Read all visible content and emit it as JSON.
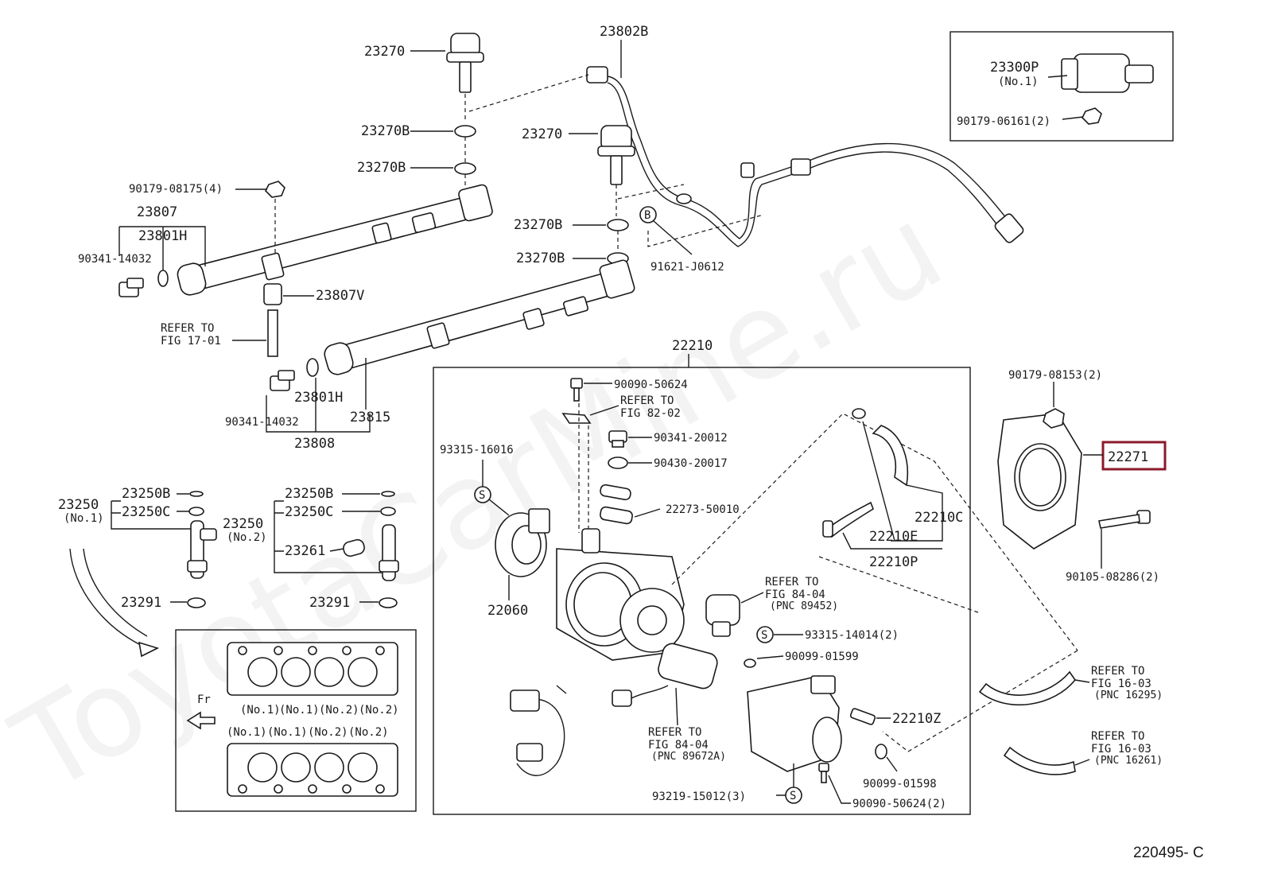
{
  "diagram_id": "220495- C",
  "watermark": "ToyotaCarMine.ru",
  "highlight_color": "#8b1a2b",
  "highlighted_part": "22271",
  "labels": {
    "p23270_a": "23270",
    "p23802b": "23802B",
    "p23300p": "23300P",
    "p23300p_sub": "(No.1)",
    "p90179_06161": "90179-06161(2)",
    "p23270b_a": "23270B",
    "p23270_b": "23270",
    "p23270b_b": "23270B",
    "p90179_08175": "90179-08175(4)",
    "p23807": "23807",
    "p23801h_a": "23801H",
    "p90341_14032_a": "90341-14032",
    "p23270b_c": "23270B",
    "p91621": "91621-J0612",
    "p23270b_d": "23270B",
    "p23807v": "23807V",
    "refer_1701_a": "REFER TO",
    "refer_1701_b": "FIG 17-01",
    "p22210": "22210",
    "p90179_08153": "90179-08153(2)",
    "p90090_50624_a": "90090-50624",
    "refer_8202_a": "REFER TO",
    "refer_8202_b": "FIG 82-02",
    "p23801h_b": "23801H",
    "p23815": "23815",
    "p90341_14032_b": "90341-14032",
    "p23808": "23808",
    "p93315_16016": "93315-16016",
    "p90341_20012": "90341-20012",
    "p90430_20017": "90430-20017",
    "p22271": "22271",
    "p23250_1": "23250",
    "p23250_1_sub": "(No.1)",
    "p23250b_1": "23250B",
    "p23250c_1": "23250C",
    "p23250_2": "23250",
    "p23250_2_sub": "(No.2)",
    "p23250b_2": "23250B",
    "p23250c_2": "23250C",
    "p23261": "23261",
    "p22273": "22273-50010",
    "p22210c": "22210C",
    "p22210e": "22210E",
    "p22210p": "22210P",
    "p90105": "90105-08286(2)",
    "refer_8404_a1": "REFER TO",
    "refer_8404_a2": "FIG 84-04",
    "refer_8404_a3": "(PNC 89452)",
    "p22060": "22060",
    "p93315_14014": "93315-14014(2)",
    "p23291_a": "23291",
    "p23291_b": "23291",
    "p90099_01599": "90099-01599",
    "refer_1603_a1": "REFER TO",
    "refer_1603_a2": "FIG 16-03",
    "refer_1603_a3": "(PNC 16295)",
    "fr": "Fr",
    "gasket_top": [
      "(No.1)",
      "(No.1)",
      "(No.2)",
      "(No.2)"
    ],
    "gasket_bottom": [
      "(No.1)",
      "(No.1)",
      "(No.2)",
      "(No.2)"
    ],
    "refer_8404_b1": "REFER TO",
    "refer_8404_b2": "FIG 84-04",
    "refer_8404_b3": "(PNC 89672A)",
    "p22210z": "22210Z",
    "refer_1603_b1": "REFER TO",
    "refer_1603_b2": "FIG 16-03",
    "refer_1603_b3": "(PNC 16261)",
    "p90099_01598": "90099-01598",
    "p93219": "93219-15012(3)",
    "p90090_50624_b": "90090-50624(2)",
    "s_symbol": "S",
    "b_symbol": "B"
  }
}
